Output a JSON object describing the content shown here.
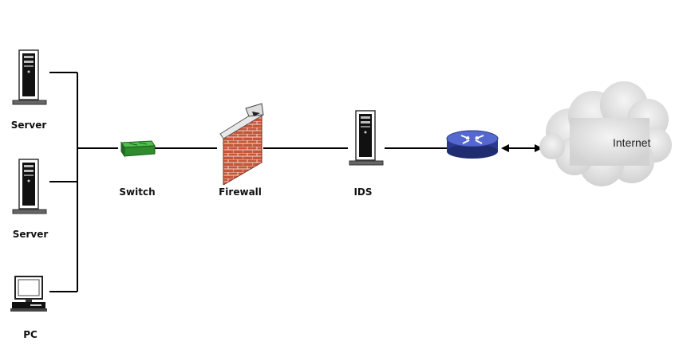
{
  "diagram": {
    "nodes": {
      "server1": {
        "label": "Server",
        "icon": "server-tower-icon"
      },
      "server2": {
        "label": "Server",
        "icon": "server-tower-icon"
      },
      "pc": {
        "label": "PC",
        "icon": "desktop-pc-icon"
      },
      "switch": {
        "label": "Switch",
        "icon": "network-switch-icon"
      },
      "firewall": {
        "label": "Firewall",
        "icon": "brick-firewall-icon"
      },
      "ids": {
        "label": "IDS",
        "icon": "server-tower-icon"
      },
      "router": {
        "label": "",
        "icon": "router-icon"
      },
      "internet": {
        "label": "Internet",
        "icon": "cloud-icon"
      }
    },
    "colors": {
      "line": "#000000",
      "switch": "#2e8b2e",
      "brick": "#c8553a",
      "router": "#3a4fb0",
      "cloud": "#e6e6e6"
    }
  }
}
